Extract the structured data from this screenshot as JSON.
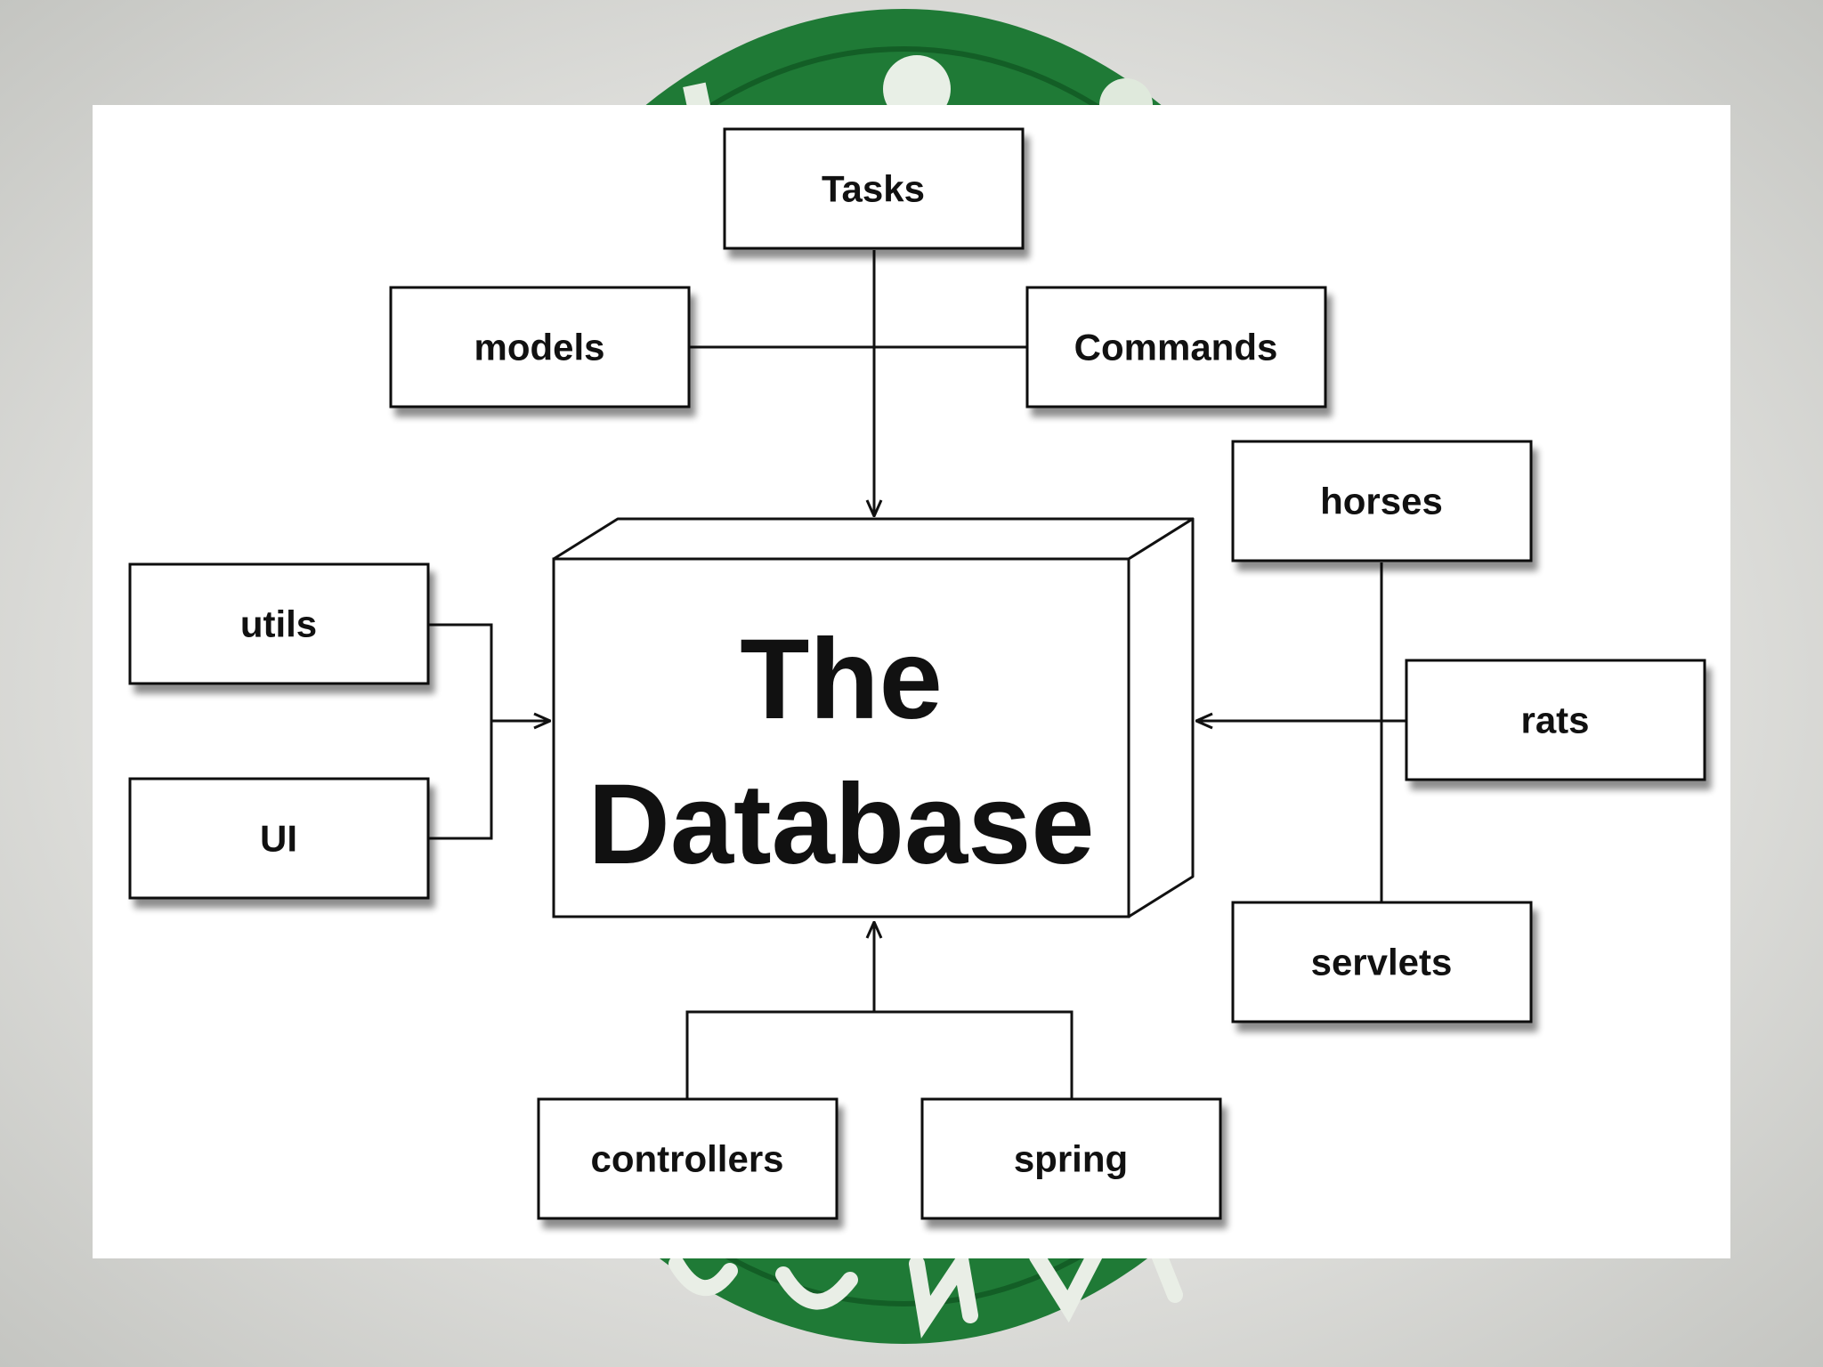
{
  "colors": {
    "badge_green": "#1f7a36",
    "badge_green_dark": "#135e26",
    "panel": "#ffffff",
    "ink": "#111111",
    "box_shadow": "#9a9a9a"
  },
  "database": {
    "line1": "The",
    "line2": "Database"
  },
  "modules": {
    "tasks": "Tasks",
    "models": "models",
    "commands": "Commands",
    "horses": "horses",
    "utils": "utils",
    "ui": "UI",
    "rats": "rats",
    "servlets": "servlets",
    "controllers": "controllers",
    "spring": "spring"
  }
}
